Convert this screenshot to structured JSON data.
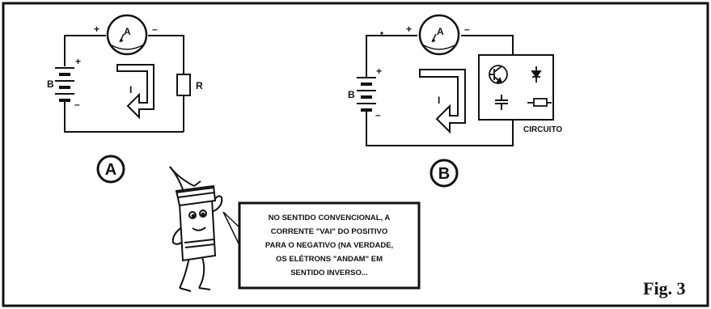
{
  "figure_label": "Fig. 3",
  "circuit_a": {
    "tag": "A",
    "battery_label": "B",
    "resistor_label": "R",
    "current_label": "I",
    "meter_label": "A",
    "plus": "+",
    "minus": "–"
  },
  "circuit_b": {
    "tag": "B",
    "battery_label": "B",
    "current_label": "I",
    "meter_label": "A",
    "circuit_box_label": "CIRCUITO",
    "plus": "+",
    "minus": "–"
  },
  "callout": {
    "lines": [
      "NO SENTIDO CONVENCIONAL, A",
      "CORRENTE \"VAI\" DO POSITIVO",
      "PARA O NEGATIVO (NA VERDADE,",
      "OS ELÉTRONS \"ANDAM\" EM",
      "SENTIDO INVERSO..."
    ]
  }
}
